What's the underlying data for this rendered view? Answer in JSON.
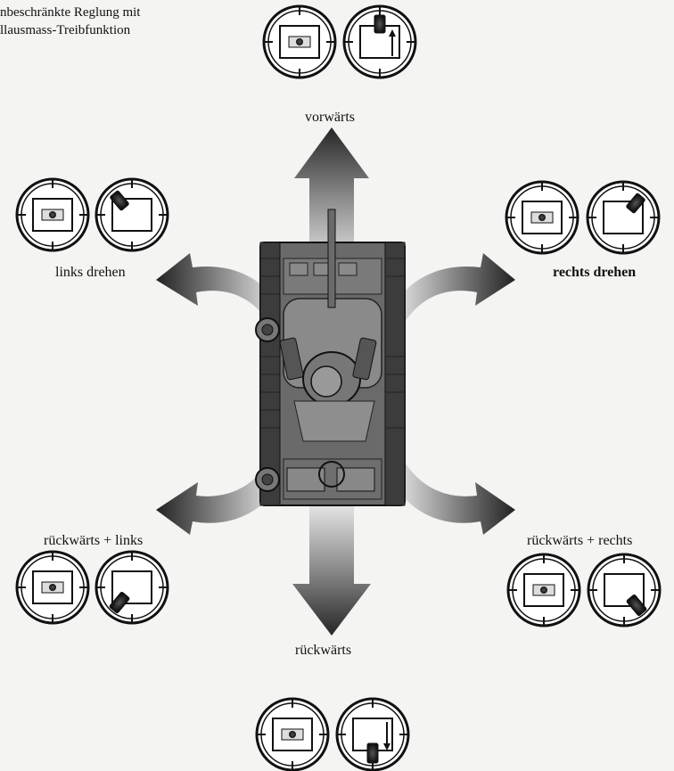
{
  "heading": {
    "line1": "nbeschränkte Reglung mit",
    "line2": "llausmass-Treibfunktion"
  },
  "directions": {
    "forward": "vorwärts",
    "turn_left": "links drehen",
    "turn_right": "rechts drehen",
    "reverse_left": "rückwärts + links",
    "reverse_right": "rückwärts + rechts",
    "reverse": "rückwärts"
  },
  "icons": {
    "controller": "remote-control-stick-icon",
    "tank": "tank-top-view-icon",
    "arrow": "direction-arrow-icon"
  },
  "colors": {
    "background": "#f4f4f2",
    "arrow_dark": "#2a2a2a",
    "arrow_light": "#d9d9d9",
    "tank_body": "#5a5a5a",
    "ink": "#111111"
  }
}
